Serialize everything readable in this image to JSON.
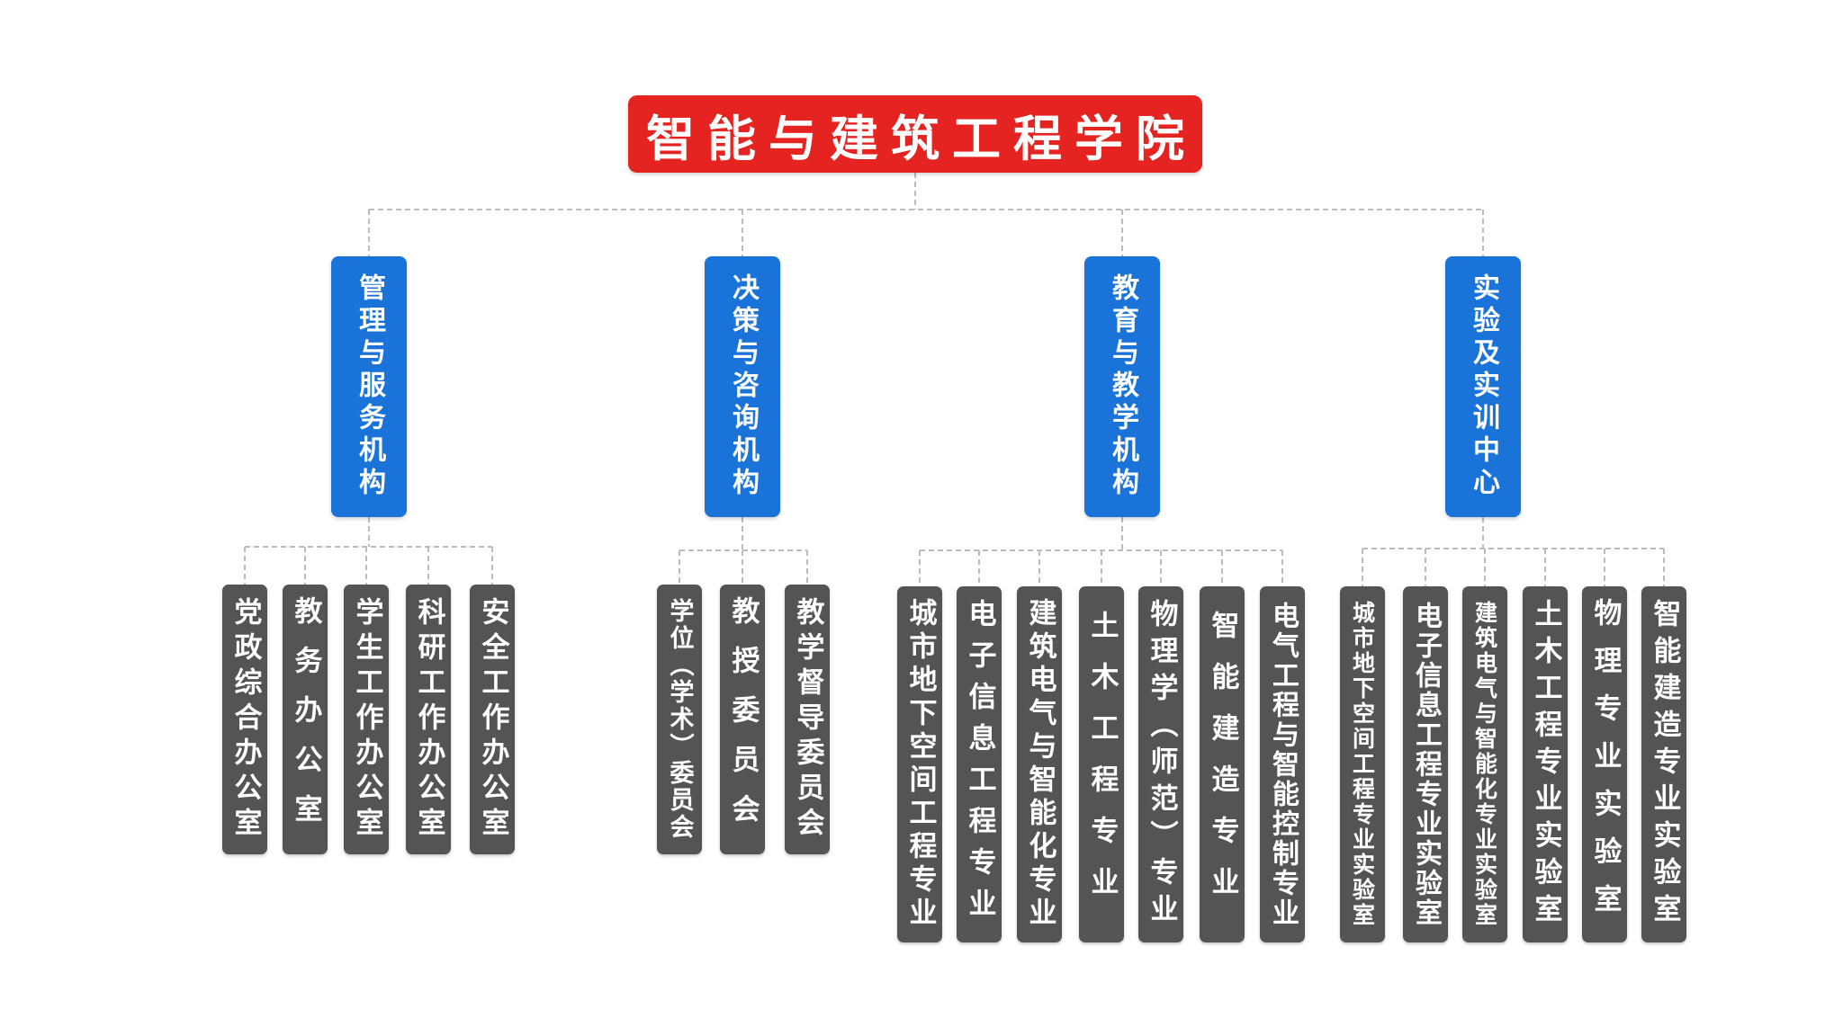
{
  "root": {
    "label": "智能与建筑工程学院"
  },
  "colors": {
    "root": "#e52421",
    "branch": "#1a73d8",
    "leaf": "#545454",
    "connector": "#bcbcbc"
  },
  "branches": [
    {
      "label": "管理与服务机构",
      "children": [
        "党政综合办公室",
        "教务办公室",
        "学生工作办公室",
        "科研工作办公室",
        "安全工作办公室"
      ]
    },
    {
      "label": "决策与咨询机构",
      "children": [
        "学位（学术）委员会",
        "教授委员会",
        "教学督导委员会"
      ]
    },
    {
      "label": "教育与教学机构",
      "children": [
        "城市地下空间工程专业",
        "电子信息工程专业",
        "建筑电气与智能化专业",
        "土木工程专业",
        "物理学（师范）专业",
        "智能建造专业",
        "电气工程与智能控制专业"
      ]
    },
    {
      "label": "实验及实训中心",
      "children": [
        "城市地下空间工程专业实验室",
        "电子信息工程专业实验室",
        "建筑电气与智能化专业实验室",
        "土木工程专业实验室",
        "物理专业实验室",
        "智能建造专业实验室"
      ]
    }
  ]
}
